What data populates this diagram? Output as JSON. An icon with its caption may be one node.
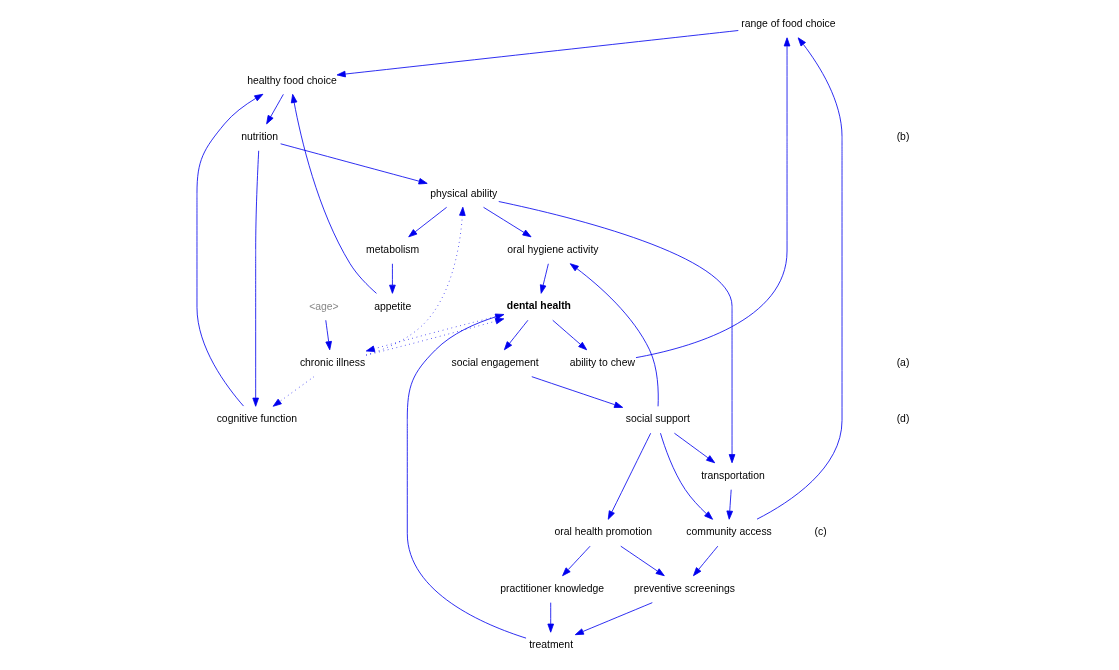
{
  "diagram": {
    "nodes": [
      {
        "text": [
          "range of food choice"
        ]
      },
      {
        "text": [
          "ability to chew"
        ]
      },
      {
        "text": [
          "healthy food choice"
        ]
      },
      {
        "text": [
          "<age>"
        ]
      },
      {
        "text": [
          "treatment"
        ]
      },
      {
        "text": [
          "chronic illness"
        ]
      },
      {
        "text": [
          "dental health"
        ]
      },
      {
        "text": [
          "cognitive function"
        ]
      },
      {
        "text": [
          "preventive screenings"
        ]
      },
      {
        "text": [
          "appetite"
        ]
      },
      {
        "text": [
          "practitioner knowledge"
        ]
      },
      {
        "text": [
          "nutrition"
        ]
      },
      {
        "text": [
          "community access"
        ]
      },
      {
        "text": [
          "oral hygiene activity"
        ]
      },
      {
        "text": [
          "metabolism"
        ]
      },
      {
        "text": [
          "social engagement"
        ]
      },
      {
        "text": [
          "oral health promotion"
        ]
      },
      {
        "text": [
          "physical ability"
        ]
      },
      {
        "text": [
          "social support"
        ]
      },
      {
        "text": [
          "transportation"
        ]
      }
    ],
    "edges": [
      {
        "from": 0,
        "to": 2,
        "arrow": "to"
      },
      {
        "from": 1,
        "to": 0,
        "arrow": "to"
      },
      {
        "from": 6,
        "to": 1,
        "arrow": "to"
      },
      {
        "from": 12,
        "to": 0,
        "arrow": "to"
      },
      {
        "from": 3,
        "to": 5,
        "arrow": "to"
      },
      {
        "from": 5,
        "to": 6,
        "arrow": "to",
        "style": "dashed"
      },
      {
        "from": 6,
        "to": 5,
        "arrow": "to",
        "style": "dashed"
      },
      {
        "from": 5,
        "to": 7,
        "arrow": "to",
        "style": "dashed"
      },
      {
        "from": 5,
        "to": 17,
        "arrow": "to",
        "style": "dashed"
      },
      {
        "from": 4,
        "to": 6,
        "arrow": "to"
      },
      {
        "from": 8,
        "to": 4,
        "arrow": "to"
      },
      {
        "from": 10,
        "to": 4,
        "arrow": "to"
      },
      {
        "from": 16,
        "to": 10,
        "arrow": "to"
      },
      {
        "from": 16,
        "to": 8,
        "arrow": "to"
      },
      {
        "from": 12,
        "to": 8,
        "arrow": "to"
      },
      {
        "from": 7,
        "to": 2,
        "arrow": "to"
      },
      {
        "from": 2,
        "to": 11,
        "arrow": "to"
      },
      {
        "from": 11,
        "to": 7,
        "arrow": "to"
      },
      {
        "from": 9,
        "to": 2,
        "arrow": "to"
      },
      {
        "from": 14,
        "to": 9,
        "arrow": "to"
      },
      {
        "from": 17,
        "to": 14,
        "arrow": "to"
      },
      {
        "from": 11,
        "to": 17,
        "arrow": "to"
      },
      {
        "from": 17,
        "to": 13,
        "arrow": "to"
      },
      {
        "from": 13,
        "to": 6,
        "arrow": "to"
      },
      {
        "from": 18,
        "to": 13,
        "arrow": "to"
      },
      {
        "from": 6,
        "to": 15,
        "arrow": "to"
      },
      {
        "from": 15,
        "to": 18,
        "arrow": "to"
      },
      {
        "from": 18,
        "to": 16,
        "arrow": "to"
      },
      {
        "from": 18,
        "to": 12,
        "arrow": "to"
      },
      {
        "from": 17,
        "to": 19,
        "arrow": "to"
      },
      {
        "from": 18,
        "to": 19,
        "arrow": "to"
      },
      {
        "from": 19,
        "to": 12,
        "arrow": "to"
      }
    ],
    "labels": [
      "(a)",
      "(b)",
      "(c)",
      "(d)"
    ]
  }
}
